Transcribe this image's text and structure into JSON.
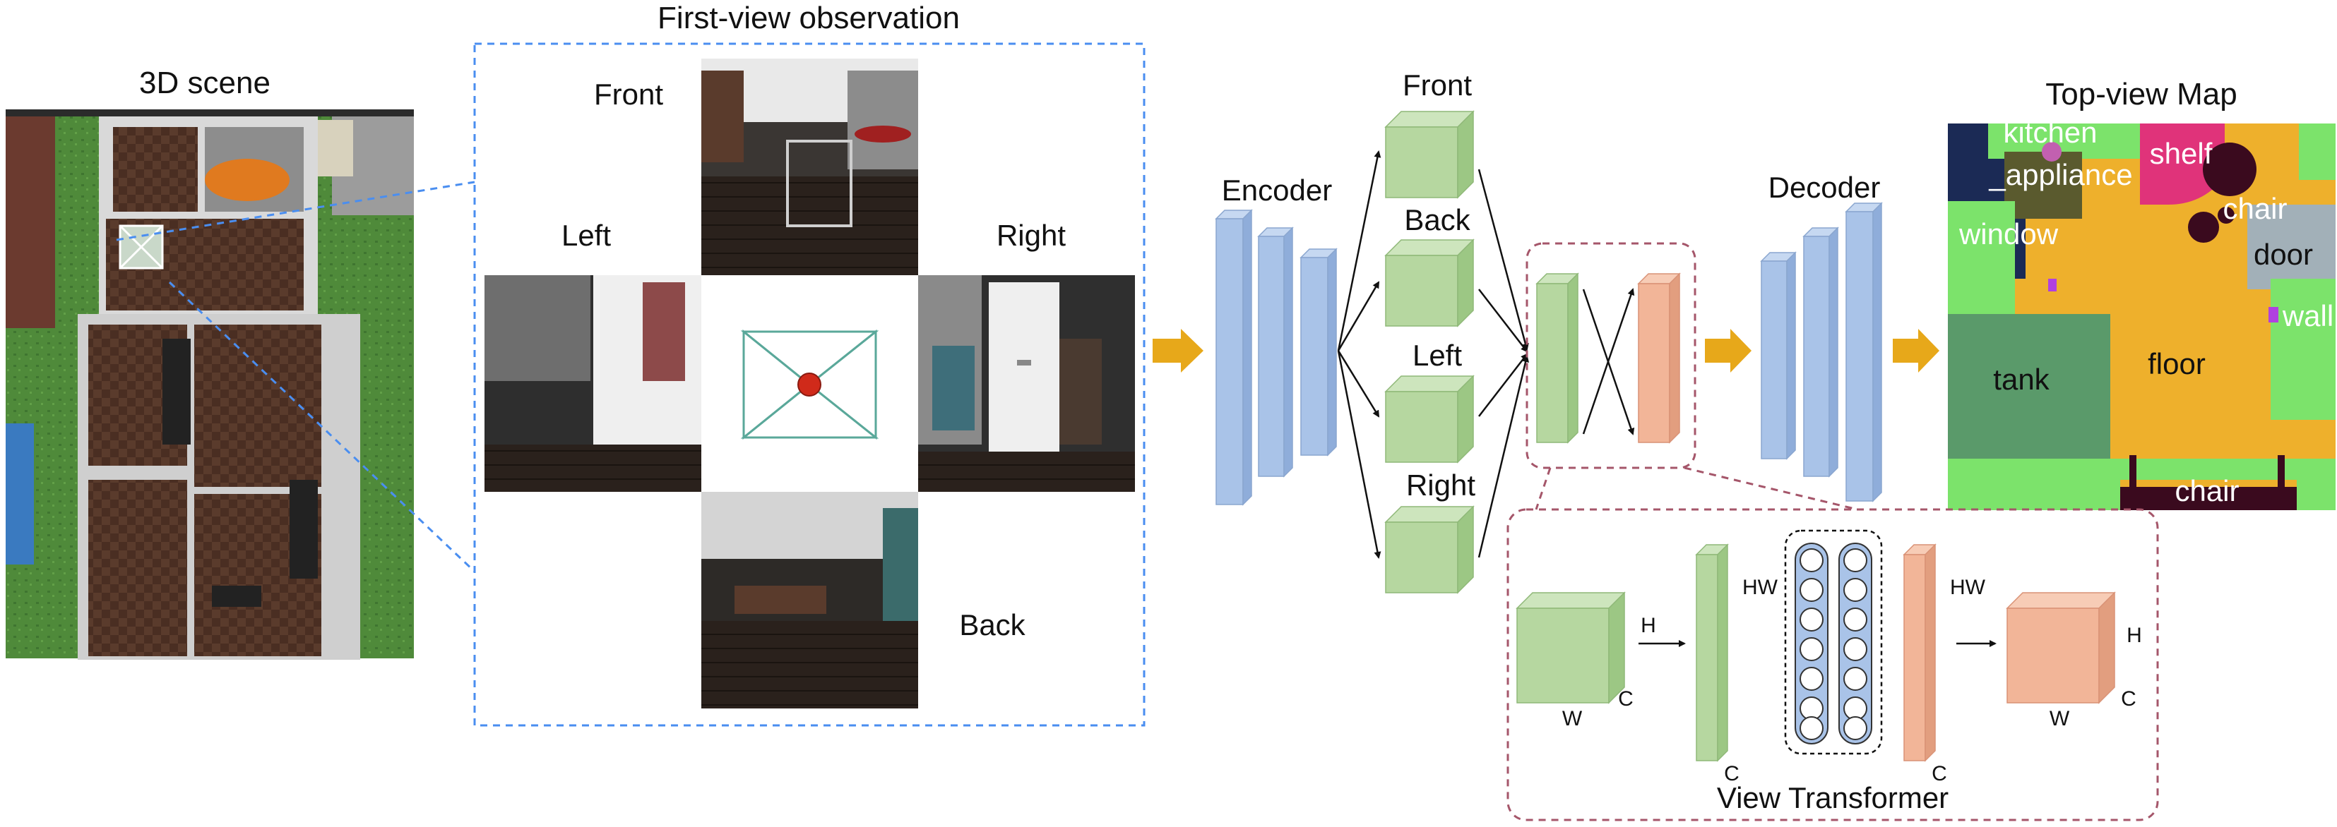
{
  "scene": {
    "title": "3D scene"
  },
  "observation": {
    "title": "First-view observation",
    "front": "Front",
    "left": "Left",
    "right": "Right",
    "back": "Back"
  },
  "encoder": {
    "label": "Encoder"
  },
  "features": {
    "front": "Front",
    "back": "Back",
    "left": "Left",
    "right": "Right"
  },
  "decoder": {
    "label": "Decoder"
  },
  "map": {
    "title": "Top-view Map",
    "labels": {
      "kitchen": "kitchen",
      "appliance": "_appliance",
      "shelf": "shelf",
      "chair_top": "chair",
      "window": "window",
      "door": "door",
      "wall": "wall",
      "tank": "tank",
      "floor": "floor",
      "chair_bottom": "chair"
    }
  },
  "transformer": {
    "title": "View Transformer",
    "in_h": "H",
    "in_w": "W",
    "in_c": "C",
    "flat_hw": "HW",
    "flat_c": "C",
    "out_hw": "HW",
    "out_c": "C",
    "res_h": "H",
    "res_w": "W",
    "res_c": "C"
  },
  "colors": {
    "encoder_blue": "#a9c3e8",
    "feature_green": "#b6d7a0",
    "orange": "#f2b598",
    "arrow_gold": "#e7a81a",
    "dashed_blue": "#4a8ef0",
    "dashed_maroon": "#a5566a",
    "map_floor": "#eeb02c",
    "map_green": "#7ce36b",
    "map_tank": "#5a9a6a",
    "map_shelf": "#e0337a",
    "map_navy": "#1b2a55",
    "map_dark": "#3a0a1e"
  }
}
